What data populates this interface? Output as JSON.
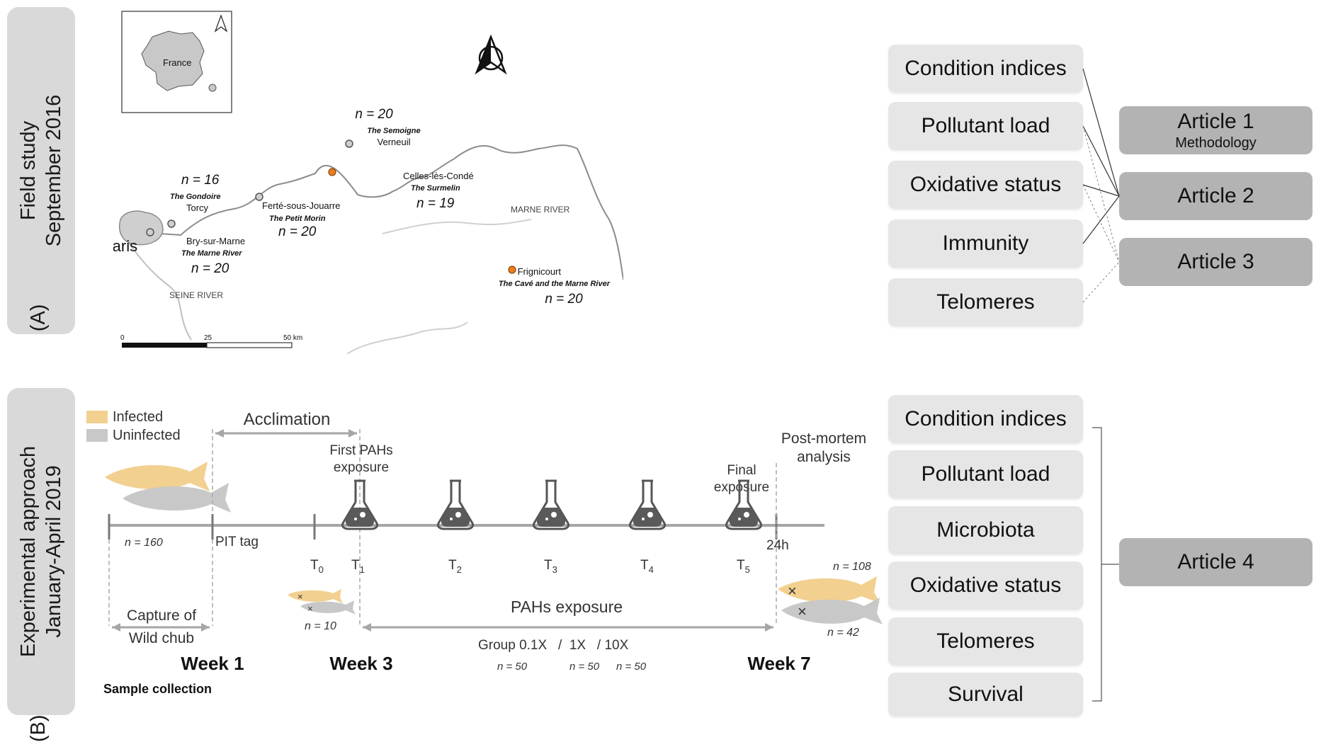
{
  "panelA": {
    "label_letter": "(A)",
    "label_line1": "Field study",
    "label_line2": "September 2016",
    "map": {
      "inset_country": "France",
      "city": "Paris",
      "river_marne": "MARNE RIVER",
      "river_seine": "SEINE RIVER",
      "scale_0": "0",
      "scale_25": "25",
      "scale_50": "50 km",
      "sites": [
        {
          "n": "n = 20",
          "river": "The Marne River",
          "town": "Bry-sur-Marne"
        },
        {
          "n": "n = 16",
          "river": "The Gondoire",
          "town": "Torcy"
        },
        {
          "n": "n = 20",
          "river": "The Petit Morin",
          "town": "Ferté-sous-Jouarre"
        },
        {
          "n": "n = 20",
          "river": "The Semoigne",
          "town": "Verneuil"
        },
        {
          "n": "n = 19",
          "river": "The Surmelin",
          "town": "Celles-lès-Condé"
        },
        {
          "n": "n = 20",
          "river": "The Cavé and the Marne River",
          "town": "Frignicourt"
        }
      ]
    },
    "boxes": [
      "Condition indices",
      "Pollutant load",
      "Oxidative status",
      "Immunity",
      "Telomeres"
    ],
    "articles": [
      {
        "title": "Article 1",
        "sub": "Methodology"
      },
      {
        "title": "Article 2",
        "sub": ""
      },
      {
        "title": "Article 3",
        "sub": ""
      }
    ]
  },
  "panelB": {
    "label_letter": "(B)",
    "label_line1": "Experimental approach",
    "label_line2": "January-April 2019",
    "legend": {
      "infected": "Infected",
      "uninfected": "Uninfected"
    },
    "timeline": {
      "acclimation": "Acclimation",
      "first_pahs_1": "First PAHs",
      "first_pahs_2": "exposure",
      "final_1": "Final",
      "final_2": "exposure",
      "post_1": "Post-mortem",
      "post_2": "analysis",
      "n160": "n = 160",
      "pit_tag": "PIT tag",
      "t0": "T",
      "t0_sub": "0",
      "t1": "T",
      "t1_sub": "1",
      "t2": "T",
      "t2_sub": "2",
      "t3": "T",
      "t3_sub": "3",
      "t4": "T",
      "t4_sub": "4",
      "t5": "T",
      "t5_sub": "5",
      "h24": "24h",
      "n10": "n = 10",
      "n108": "n = 108",
      "n42": "n = 42",
      "capture_1": "Capture of",
      "capture_2": "Wild chub",
      "pahs_exposure": "PAHs exposure",
      "group": "Group 0.1X   /  1X   / 10X",
      "n50a": "n = 50",
      "n50b": "n = 50",
      "n50c": "n = 50",
      "week1": "Week 1",
      "week3": "Week 3",
      "week7": "Week 7",
      "sample_collection": "Sample collection"
    },
    "boxes": [
      "Condition indices",
      "Pollutant load",
      "Microbiota",
      "Oxidative status",
      "Telomeres",
      "Survival"
    ],
    "article": {
      "title": "Article 4"
    }
  },
  "colors": {
    "infected": "#f2d08f",
    "uninfected": "#c8c8c8",
    "site_orange": "#ec7d1f",
    "box": "#e6e6e6",
    "article": "#b3b3b3",
    "label": "#d9d9d9"
  }
}
